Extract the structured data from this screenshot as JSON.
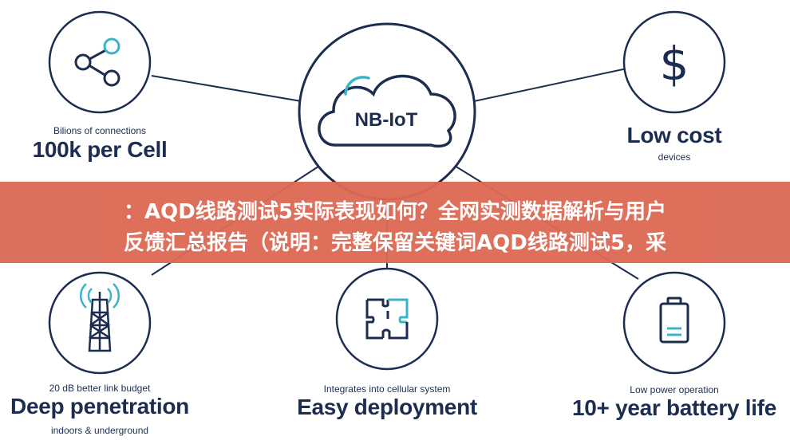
{
  "center": {
    "title": "NB-IoT"
  },
  "features": [
    {
      "id": "connections",
      "small": "Bilions of connections",
      "big": "100k per Cell",
      "icon": "share-icon"
    },
    {
      "id": "cost",
      "big": "Low cost",
      "small": "devices",
      "icon": "dollar-icon"
    },
    {
      "id": "penetration",
      "small": "20 dB better link budget",
      "big": "Deep penetration",
      "small2": "indoors & underground",
      "icon": "antenna-icon"
    },
    {
      "id": "deployment",
      "small": "Integrates into cellular system",
      "big": "Easy deployment",
      "icon": "puzzle-icon"
    },
    {
      "id": "battery",
      "small": "Low power operation",
      "big": "10+ year battery life",
      "icon": "battery-icon"
    }
  ],
  "banner": {
    "line1": "：AQD线路测试5实际表现如何？全网实测数据解析与用户",
    "line2": "反馈汇总报告（说明：完整保留关键词AQD线路测试5，采"
  },
  "colors": {
    "navy": "#1c2d4f",
    "teal": "#3cb4c8",
    "banner": "#dc6a55"
  }
}
